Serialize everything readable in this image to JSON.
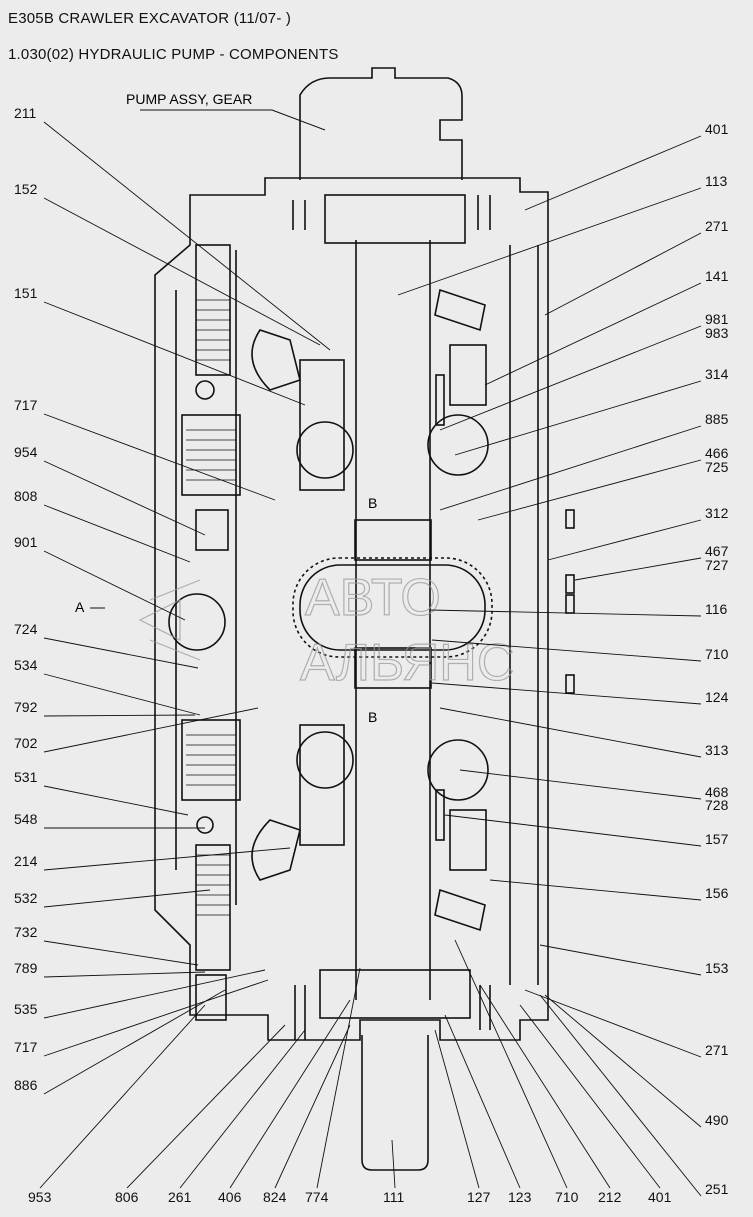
{
  "header": {
    "model_title": "E305B CRAWLER EXCAVATOR (11/07- )",
    "section_title": "1.030(02) HYDRAULIC PUMP - COMPONENTS"
  },
  "diagram": {
    "assembly_label": "PUMP ASSY, GEAR",
    "view_arrow_label": "A",
    "section_marks": [
      "B",
      "B"
    ],
    "watermark": "АВТО АЛЬЯНС",
    "callouts_left": [
      "211",
      "152",
      "151",
      "717",
      "954",
      "808",
      "901",
      "724",
      "534",
      "792",
      "702",
      "531",
      "548",
      "214",
      "532",
      "732",
      "789",
      "535",
      "717",
      "886"
    ],
    "callouts_right": [
      "401",
      "113",
      "271",
      "141",
      "981",
      "983",
      "314",
      "885",
      "466",
      "725",
      "312",
      "467",
      "727",
      "116",
      "710",
      "124",
      "313",
      "468",
      "728",
      "157",
      "156",
      "153",
      "271",
      "490",
      "251"
    ],
    "callouts_bottom": [
      "953",
      "806",
      "261",
      "406",
      "824",
      "774",
      "111",
      "127",
      "123",
      "710",
      "212",
      "401"
    ]
  }
}
